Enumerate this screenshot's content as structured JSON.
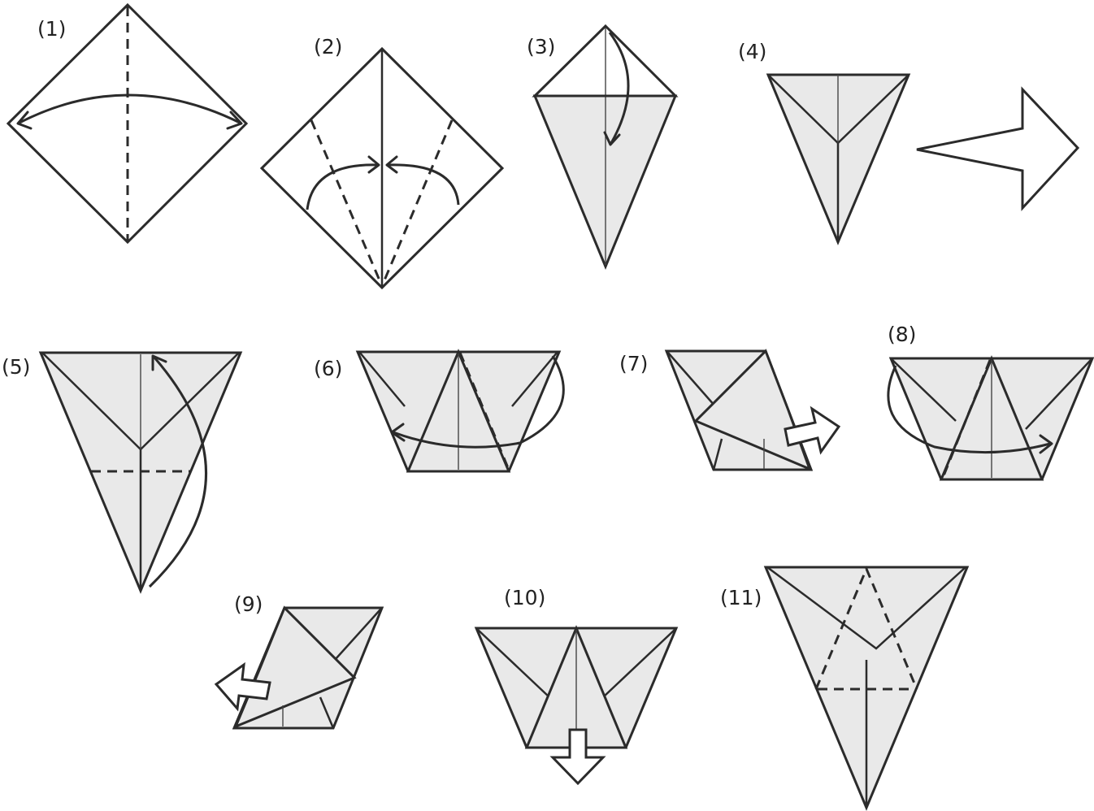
{
  "steps": {
    "s1": "(1)",
    "s2": "(2)",
    "s3": "(3)",
    "s4": "(4)",
    "s5": "(5)",
    "s6": "(6)",
    "s7": "(7)",
    "s8": "(8)",
    "s9": "(9)",
    "s10": "(10)",
    "s11": "(11)"
  },
  "colors": {
    "paper_fill": "#e9e9e9",
    "line": "#2b2b2b",
    "background": "#ffffff"
  }
}
